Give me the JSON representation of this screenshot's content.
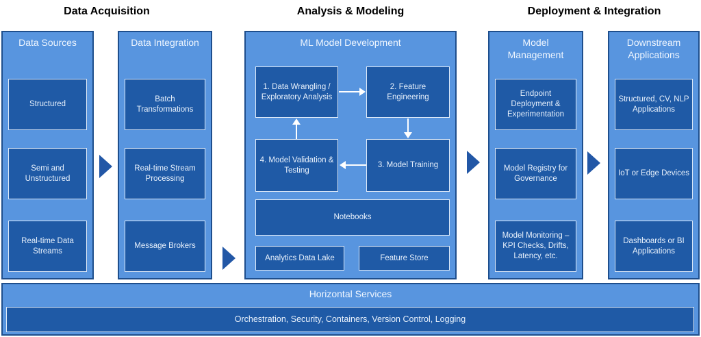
{
  "headers": {
    "acquisition": "Data Acquisition",
    "analysis": "Analysis & Modeling",
    "deployment": "Deployment & Integration"
  },
  "panels": {
    "data_sources": {
      "title": "Data Sources",
      "items": [
        "Structured",
        "Semi and Unstructured",
        "Real-time Data Streams"
      ]
    },
    "data_integration": {
      "title": "Data Integration",
      "items": [
        "Batch Transformations",
        "Real-time Stream Processing",
        "Message Brokers"
      ]
    },
    "ml_model_development": {
      "title": "ML Model Development",
      "step1": "1. Data Wrangling / Exploratory Analysis",
      "step2": "2. Feature Engineering",
      "step3": "3. Model Training",
      "step4": "4. Model Validation & Testing",
      "notebooks": "Notebooks",
      "analytics_data_lake": "Analytics Data Lake",
      "feature_store": "Feature Store"
    },
    "model_management": {
      "title": "Model Management",
      "items": [
        "Endpoint Deployment & Experimentation",
        "Model Registry for Governance",
        "Model Monitoring – KPI Checks, Drifts, Latency, etc."
      ]
    },
    "downstream_applications": {
      "title": "Downstream Applications",
      "items": [
        "Structured, CV, NLP Applications",
        "IoT or Edge Devices",
        "Dashboards or BI Applications"
      ]
    }
  },
  "horizontal_services": {
    "title": "Horizontal Services",
    "services": "Orchestration, Security, Containers, Version Control, Logging"
  },
  "colors": {
    "background": "#FFFFFF",
    "panel_fill": "#5895DF",
    "panel_border": "#1E4E8C",
    "box_fill": "#1F5AA6",
    "box_border": "#DDE9F7",
    "box_text": "#E8F1FC",
    "title_text": "#EFF6FF",
    "header_text": "#000000",
    "flow_arrow": "#2257A6",
    "inner_arrow": "#FFFFFF"
  }
}
